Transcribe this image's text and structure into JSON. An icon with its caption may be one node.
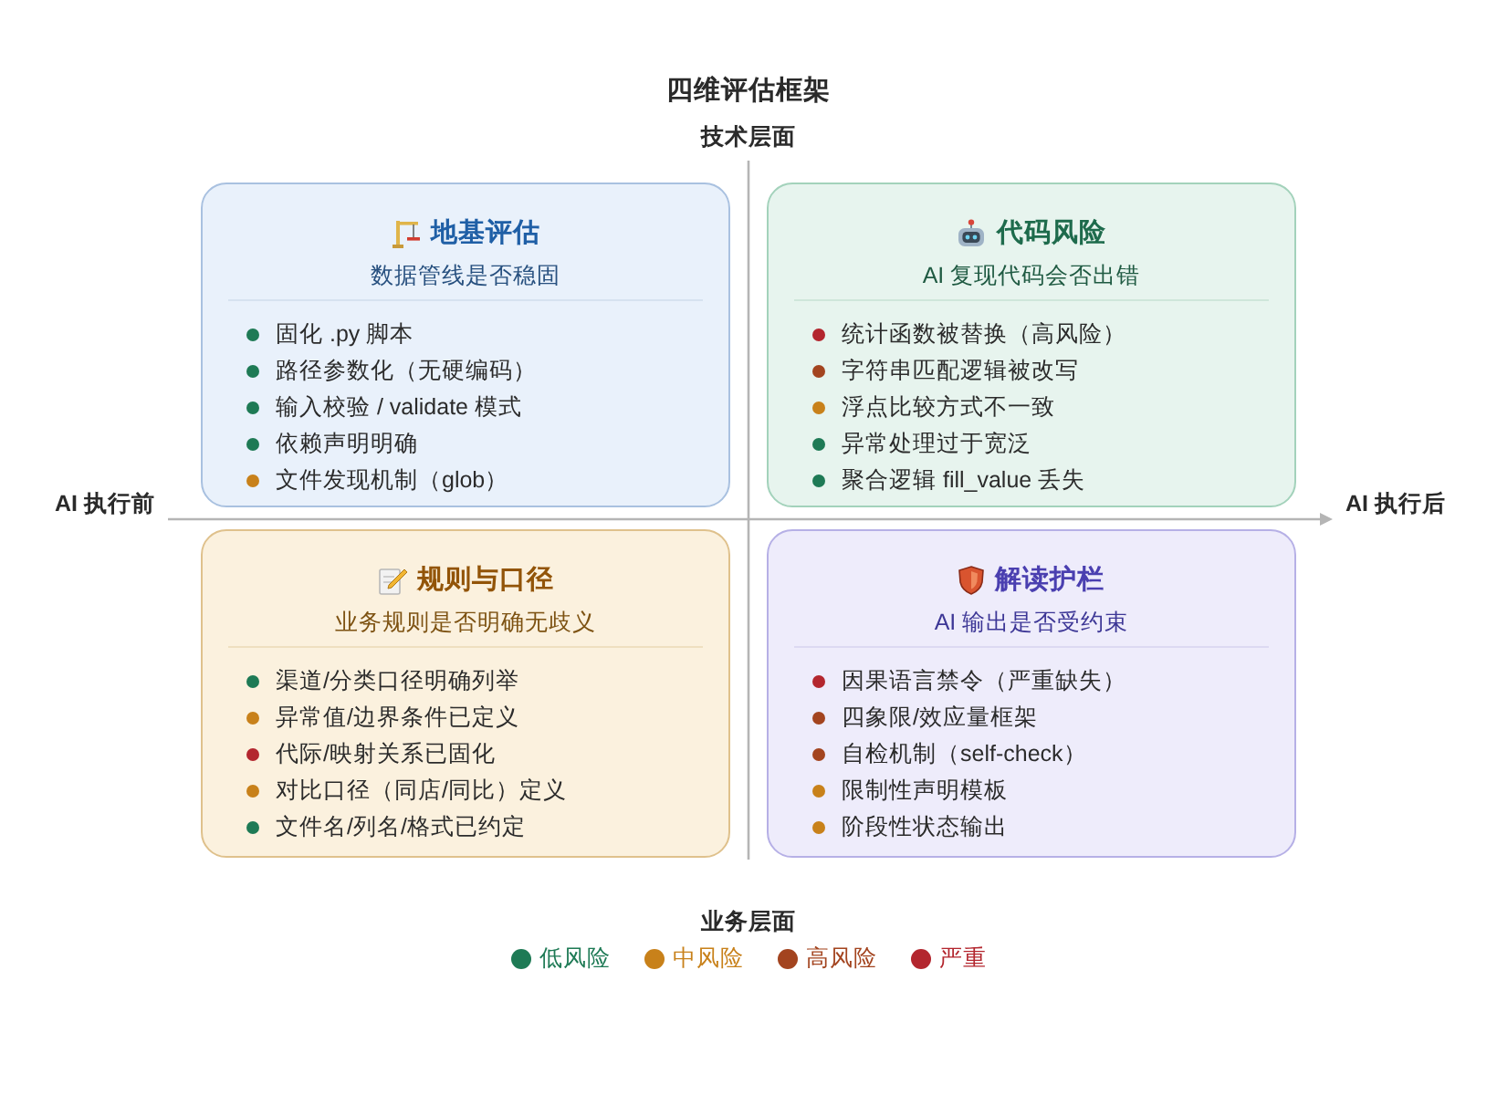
{
  "diagram": {
    "title": "四维评估框架",
    "nodes": [
      {
        "text": [
          "地基评估",
          "数据管线是否稳固",
          "固化 .py 脚本",
          "路径参数化（无硬编码）",
          "输入校验 / validate 模式",
          "依赖声明明确",
          "文件发现机制（glob）"
        ]
      },
      {
        "text": [
          "代码风险",
          "AI 复现代码会否出错",
          "统计函数被替换（高风险）",
          "字符串匹配逻辑被改写",
          "浮点比较方式不一致",
          "异常处理过于宽泛",
          "聚合逻辑 fill_value 丢失"
        ]
      },
      {
        "text": [
          "规则与口径",
          "业务规则是否明确无歧义",
          "渠道/分类口径明确列举",
          "异常值/边界条件已定义",
          "代际/映射关系已固化",
          "对比口径（同店/同比）定义",
          "文件名/列名/格式已约定"
        ]
      },
      {
        "text": [
          "解读护栏",
          "AI 输出是否受约束",
          "因果语言禁令（严重缺失）",
          "四象限/效应量框架",
          "自检机制（self-check）",
          "限制性声明模板",
          "阶段性状态输出"
        ]
      }
    ],
    "labels": [
      "技术层面",
      "AI 执行前",
      "AI 执行后",
      "业务层面"
    ],
    "legend": [
      {
        "text": "低风险",
        "color": "#1e7a55"
      },
      {
        "text": "中风险",
        "color": "#c8811a"
      },
      {
        "text": "高风险",
        "color": "#a3441f"
      },
      {
        "text": "严重",
        "color": "#b3262e"
      }
    ]
  }
}
